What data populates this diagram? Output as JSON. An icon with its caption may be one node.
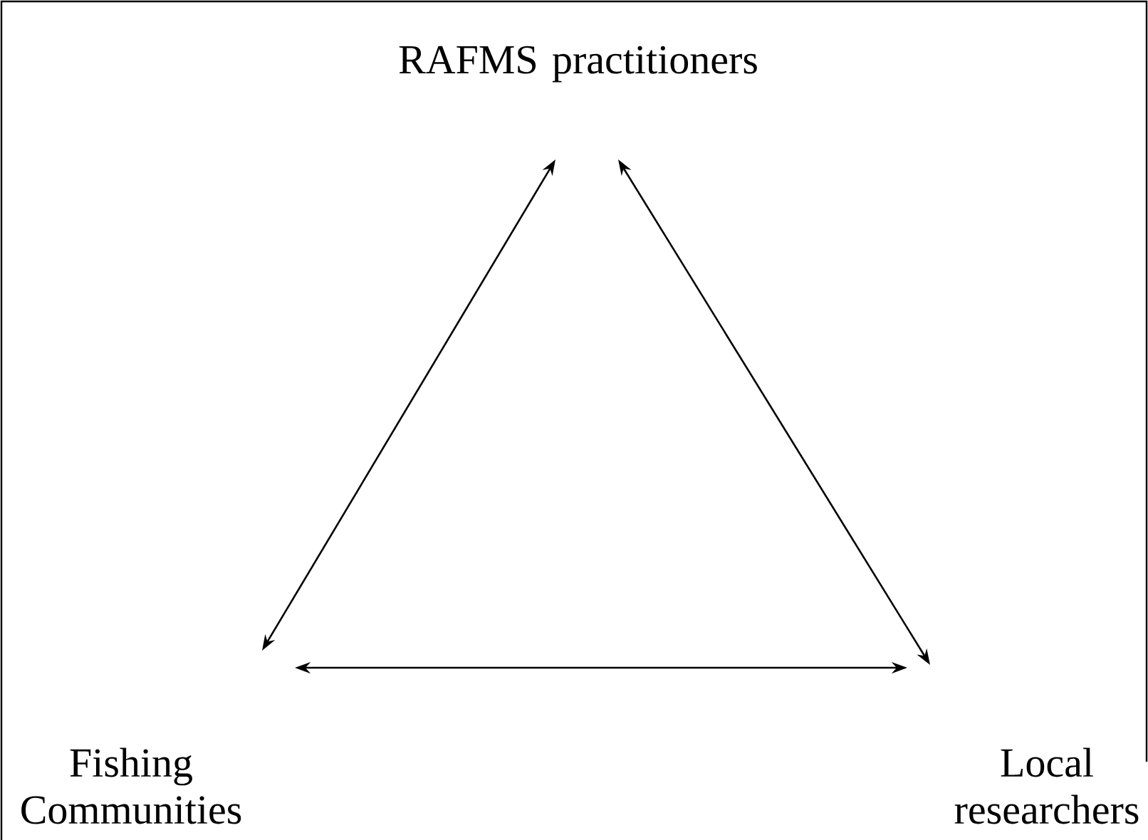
{
  "diagram": {
    "nodes": [
      {
        "text": [
          "RAFMS practitioners"
        ]
      },
      {
        "text": [
          "Fishing Communities"
        ]
      },
      {
        "text": [
          "Local researchers"
        ]
      }
    ],
    "edges": [
      {
        "from": 0,
        "to": 1,
        "arrow": "both"
      },
      {
        "from": 0,
        "to": 2,
        "arrow": "both"
      },
      {
        "from": 1,
        "to": 2,
        "arrow": "both"
      }
    ]
  }
}
